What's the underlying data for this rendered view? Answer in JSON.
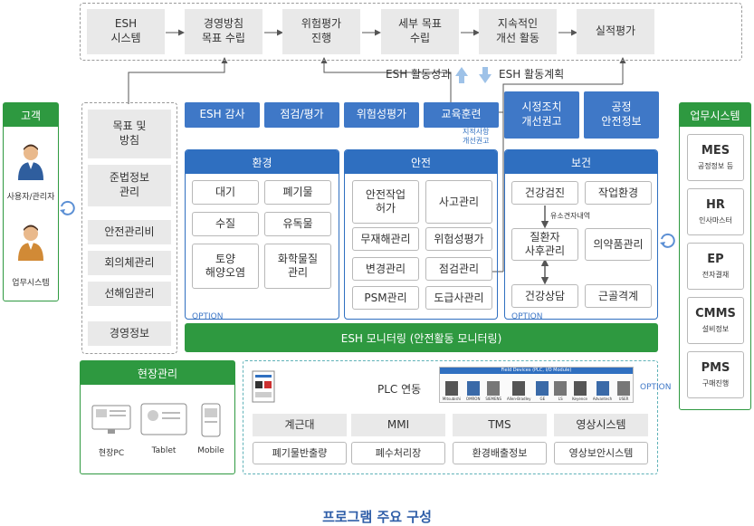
{
  "top_flow": [
    "ESH\n시스템",
    "경영방침\n목표 수립",
    "위험평가\n진행",
    "세부 목표\n수립",
    "지속적인\n개선 활동",
    "실적평가"
  ],
  "feedback": {
    "results": "ESH 활동성과",
    "plan": "ESH 활동계획"
  },
  "customer": {
    "title": "고객",
    "users": [
      "사용자/관리자",
      "업무시스템"
    ]
  },
  "left_items": [
    "목표 및\n방침",
    "준법정보\n관리",
    "안전관리비",
    "회의체관리",
    "선해임관리",
    "경영정보"
  ],
  "tabs": [
    "ESH 감사",
    "점검/평가",
    "위험성평가",
    "교육훈련",
    "시정조치\n개선권고",
    "공정\n안전정보"
  ],
  "tab_note": "지적사항\n개선권고",
  "env": {
    "title": "환경",
    "items": [
      "대기",
      "폐기물",
      "수질",
      "유독물",
      "토양\n해양오염",
      "화학물질\n관리"
    ],
    "option": "OPTION"
  },
  "safety": {
    "title": "안전",
    "items": [
      "안전작업\n허가",
      "사고관리",
      "무재해관리",
      "위험성평가",
      "변경관리",
      "점검관리",
      "PSM관리",
      "도급사관리"
    ]
  },
  "health": {
    "title": "보건",
    "items": [
      "건강검진",
      "작업환경",
      "질환자\n사후관리",
      "의약품관리",
      "건강상담",
      "근골격계"
    ],
    "arrow_label": "유소견자내역",
    "option": "OPTION"
  },
  "monitoring": "ESH 모니터링 (안전활동 모니터링)",
  "field": {
    "title": "현장관리",
    "devices": [
      "현장PC",
      "Tablet",
      "Mobile"
    ]
  },
  "plc": {
    "title": "PLC 연동",
    "option": "OPTION",
    "banner_title": "Field Devices (PLC, I/O Module)",
    "vendors": [
      "Mitsubishi",
      "OMRON",
      "SIEMENS",
      "Allen-Bradley",
      "GE",
      "LS",
      "Keyence",
      "Advantech",
      "USER"
    ],
    "modules": [
      {
        "head": "계근대",
        "sub": "폐기물반출량"
      },
      {
        "head": "MMI",
        "sub": "폐수처리장"
      },
      {
        "head": "TMS",
        "sub": "환경배출정보"
      },
      {
        "head": "영상시스템",
        "sub": "영상보안시스템"
      }
    ]
  },
  "business": {
    "title": "업무시스템",
    "items": [
      {
        "head": "MES",
        "sub": "공정정보 등"
      },
      {
        "head": "HR",
        "sub": "인사마스터"
      },
      {
        "head": "EP",
        "sub": "전자결재"
      },
      {
        "head": "CMMS",
        "sub": "설비정보"
      },
      {
        "head": "PMS",
        "sub": "구매진행"
      }
    ]
  },
  "caption": "프로그램 주요 구성",
  "colors": {
    "blue": "#2f6fc0",
    "green": "#2e9940",
    "gray": "#e9e9e9"
  }
}
